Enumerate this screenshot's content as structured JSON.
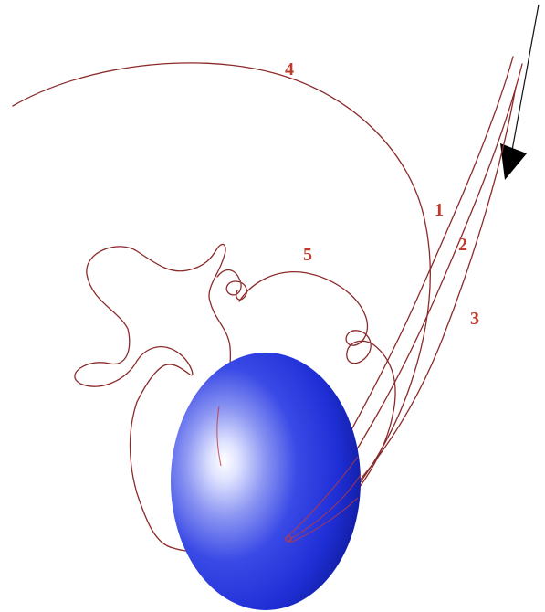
{
  "labels": {
    "trajectory_1": "1",
    "trajectory_2": "2",
    "trajectory_3": "3",
    "trajectory_4": "4",
    "trajectory_5": "5"
  },
  "icons": {
    "direction_arrow": "arrow-head-icon"
  },
  "colors": {
    "trajectory": "#8b2a2a",
    "label": "#c0392b",
    "sphere_base": "#1f2fd6",
    "sphere_highlight": "#ffffff"
  }
}
